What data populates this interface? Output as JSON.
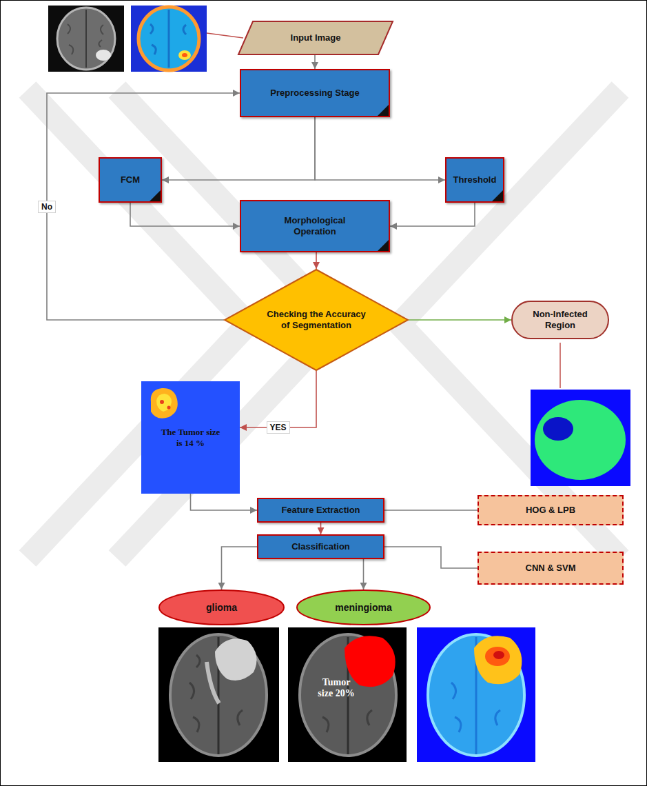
{
  "diagram": {
    "nodes": [
      {
        "text": [
          "Input Image"
        ]
      },
      {
        "text": [
          "Preprocessing Stage"
        ]
      },
      {
        "text": [
          "FCM"
        ]
      },
      {
        "text": [
          "Threshold"
        ]
      },
      {
        "text": [
          "Morphological Operation"
        ]
      },
      {
        "text": [
          "Checking the Accuracy of Segmentation"
        ]
      },
      {
        "text": [
          "Non-Infected Region"
        ]
      },
      {
        "text": [
          "The Tumor size is 14 %"
        ]
      },
      {
        "text": [
          "Feature Extraction"
        ]
      },
      {
        "text": [
          "HOG & LPB"
        ]
      },
      {
        "text": [
          "Classification"
        ]
      },
      {
        "text": [
          "CNN & SVM"
        ]
      },
      {
        "text": [
          "glioma"
        ]
      },
      {
        "text": [
          "meningioma"
        ]
      }
    ],
    "edges": [
      {
        "from": 0,
        "to": 1,
        "arrow": "to"
      },
      {
        "from": 1,
        "to": 2,
        "arrow": "to"
      },
      {
        "from": 1,
        "to": 3,
        "arrow": "to"
      },
      {
        "from": 2,
        "to": 4,
        "arrow": "to"
      },
      {
        "from": 3,
        "to": 4,
        "arrow": "to"
      },
      {
        "from": 4,
        "to": 5,
        "arrow": "to"
      },
      {
        "from": 5,
        "to": 1,
        "label": "No",
        "arrow": "to"
      },
      {
        "from": 5,
        "to": 6,
        "arrow": "to"
      },
      {
        "from": 5,
        "to": 7,
        "label": "YES",
        "arrow": "to"
      },
      {
        "from": 7,
        "to": 8,
        "arrow": "to"
      },
      {
        "from": 8,
        "to": 9,
        "arrow": "none"
      },
      {
        "from": 8,
        "to": 10,
        "arrow": "to"
      },
      {
        "from": 10,
        "to": 11,
        "arrow": "none"
      },
      {
        "from": 10,
        "to": 12,
        "arrow": "to"
      },
      {
        "from": 10,
        "to": 13,
        "arrow": "to"
      }
    ],
    "labels": [
      "Tumor size 20%"
    ]
  }
}
